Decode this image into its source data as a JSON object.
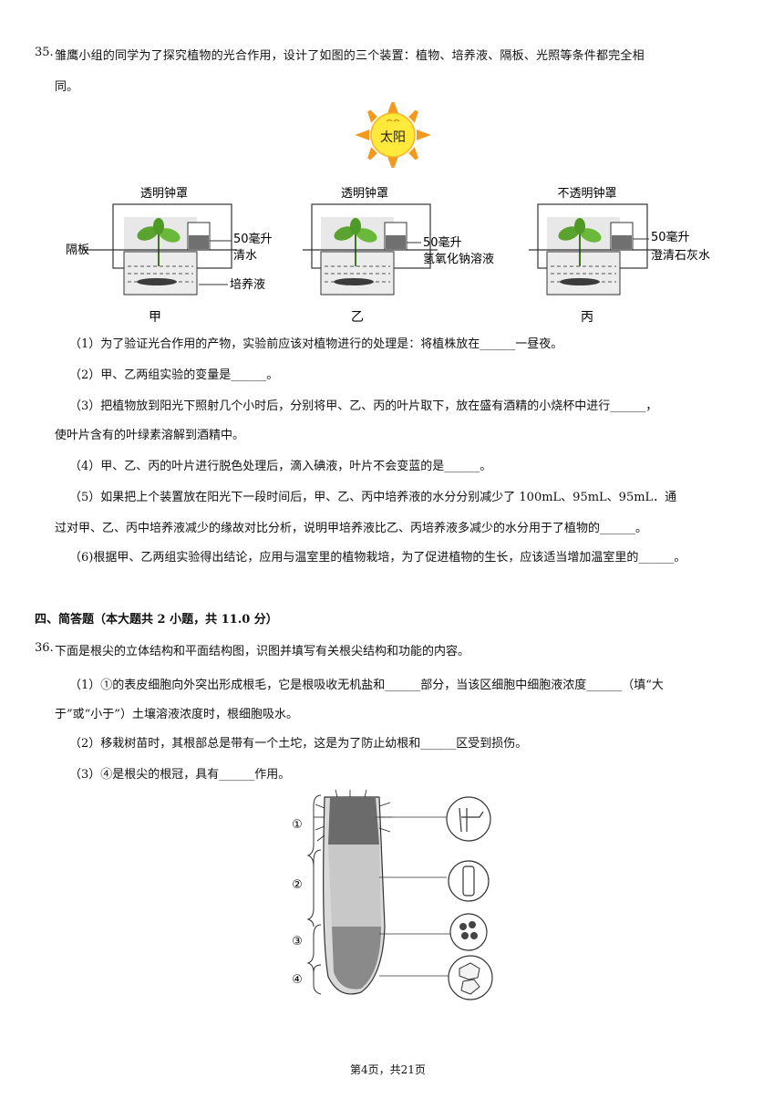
{
  "q35": {
    "number": "35.",
    "stem_line1": "雏鹰小组的同学为了探究植物的光合作用，设计了如图的三个装置：植物、培养液、隔板、光照等条件都完全相",
    "stem_line2": "同。",
    "figure": {
      "sun_label": "太阳",
      "partition_label": "隔板",
      "culture_label": "培养液",
      "setups": [
        {
          "name": "甲",
          "cover": "透明钟罩",
          "liquid_l1": "50毫升",
          "liquid_l2": "清水"
        },
        {
          "name": "乙",
          "cover": "透明钟罩",
          "liquid_l1": "50毫升",
          "liquid_l2": "氢氧化钠溶液"
        },
        {
          "name": "丙",
          "cover": "不透明钟罩",
          "liquid_l1": "50毫升",
          "liquid_l2": "澄清石灰水"
        }
      ]
    },
    "sub1": "（1）为了验证光合作用的产物，实验前应该对植物进行的处理是：将植株放在______一昼夜。",
    "sub2": "（2）甲、乙两组实验的变量是______。",
    "sub3_l1": "（3）把植物放到阳光下照射几个小时后，分别将甲、乙、丙的叶片取下，放在盛有酒精的小烧杯中进行______，",
    "sub3_l2": "使叶片含有的叶绿素溶解到酒精中。",
    "sub4": "（4）甲、乙、丙的叶片进行脱色处理后，滴入碘液，叶片不会变蓝的是______。",
    "sub5_l1": "（5）如果把上个装置放在阳光下一段时间后，甲、乙、丙中培养液的水分分别减少了 100mL、95mL、95mL．通",
    "sub5_l2": "过对甲、乙、丙中培养液减少的缘故对比分析，说明甲培养液比乙、丙培养液多减少的水分用于了植物的______。",
    "sub6": "（6)根据甲、乙两组实验得出结论，应用与温室里的植物栽培，为了促进植物的生长，应该适当增加温室里的______。"
  },
  "section4": {
    "heading": "四、简答题（本大题共 2 小题，共 11.0 分）"
  },
  "q36": {
    "number": "36.",
    "stem": "下面是根尖的立体结构和平面结构图，识图并填写有关根尖结构和功能的内容。",
    "sub1_l1": "（1）①的表皮细胞向外突出形成根毛，它是根吸收无机盐和______部分，当该区细胞中细胞液浓度______（填“大",
    "sub1_l2": "于”或“小于”）土壤溶液浓度时，根细胞吸水。",
    "sub2": "（2）移栽树苗时，其根部总是带有一个土坨，这是为了防止幼根和______区受到损伤。",
    "sub3": "（3）④是根尖的根冠，具有______作用。",
    "figure_labels": [
      "①",
      "②",
      "③",
      "④"
    ]
  },
  "footer": "第4页，共21页"
}
